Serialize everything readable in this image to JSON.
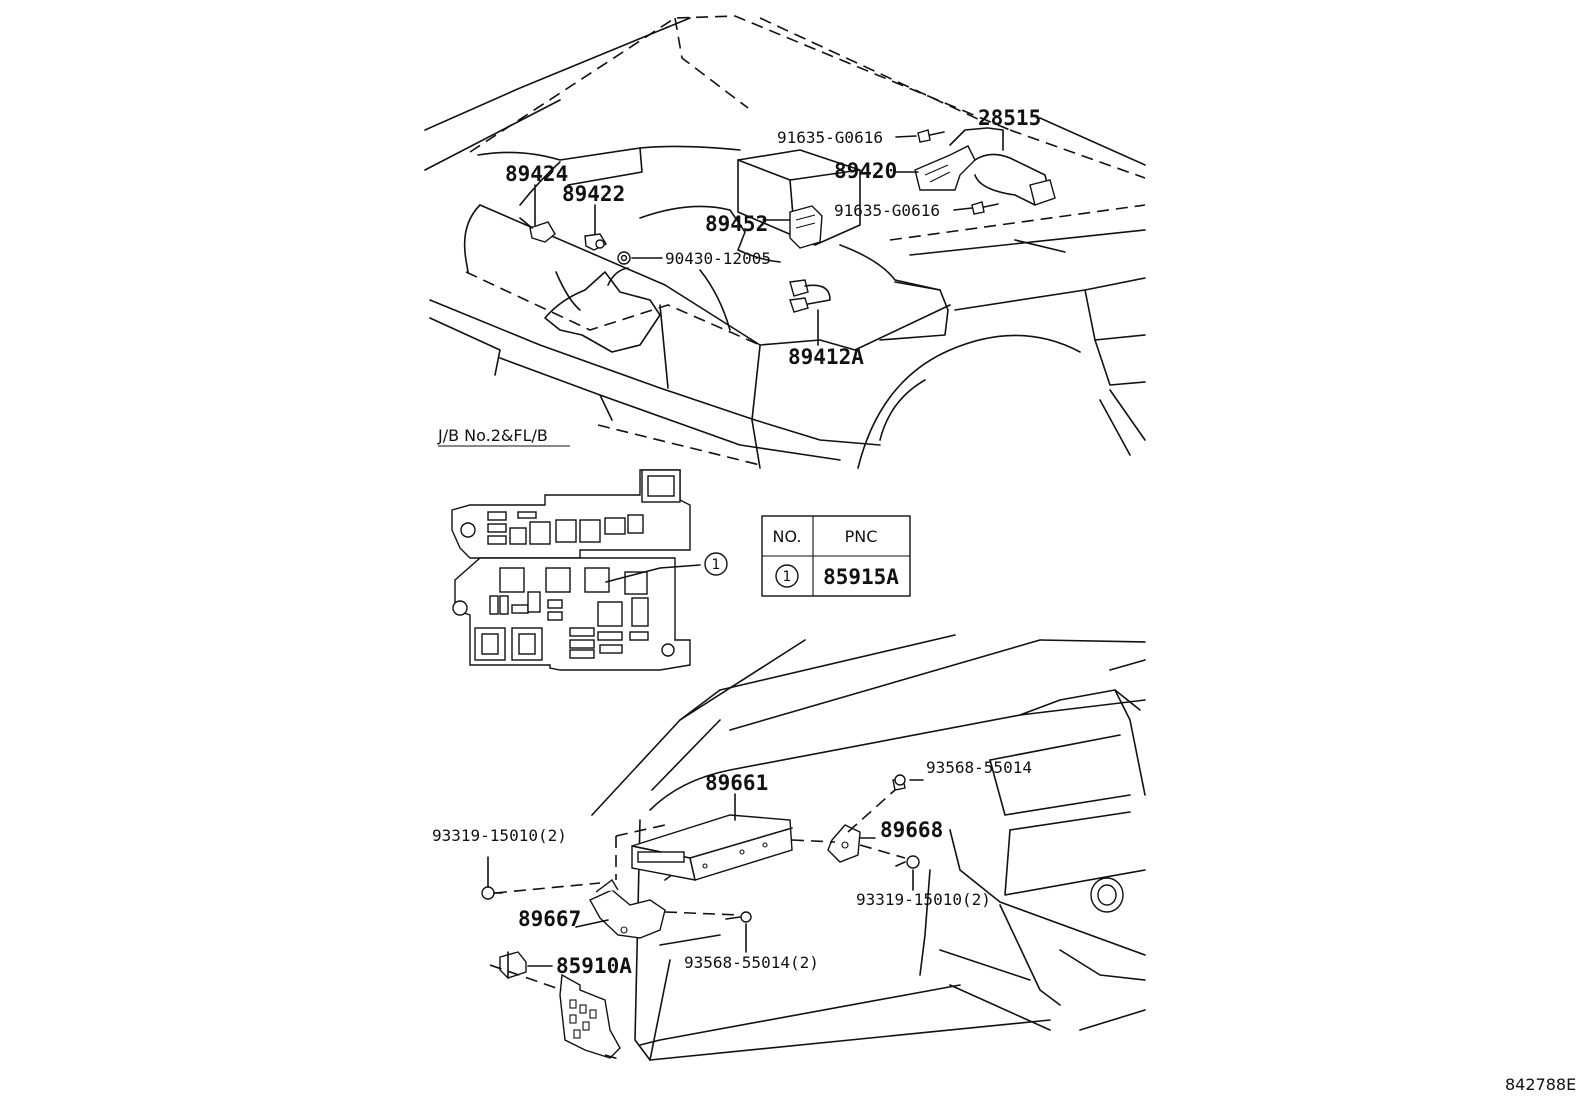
{
  "labels": {
    "l28515": "28515",
    "l91635_a": "91635-G0616",
    "l89420": "89420",
    "l91635_b": "91635-G0616",
    "l89424": "89424",
    "l89422": "89422",
    "l89452": "89452",
    "l90430": "90430-12005",
    "l89412a": "89412A",
    "l89661": "89661",
    "l93568_a": "93568-55014",
    "l89668": "89668",
    "l93319_a": "93319-15010(2)",
    "l93319_b": "93319-15010(2)",
    "l89667": "89667",
    "l85910a": "85910A",
    "l93568_b": "93568-55014(2)"
  },
  "junction_block": {
    "title": "J/B No.2&FL/B",
    "callout": "1"
  },
  "pnc_table": {
    "header_no": "NO.",
    "header_pnc": "PNC",
    "row_no": "1",
    "row_pnc": "85915A"
  },
  "figure_id": "842788E"
}
